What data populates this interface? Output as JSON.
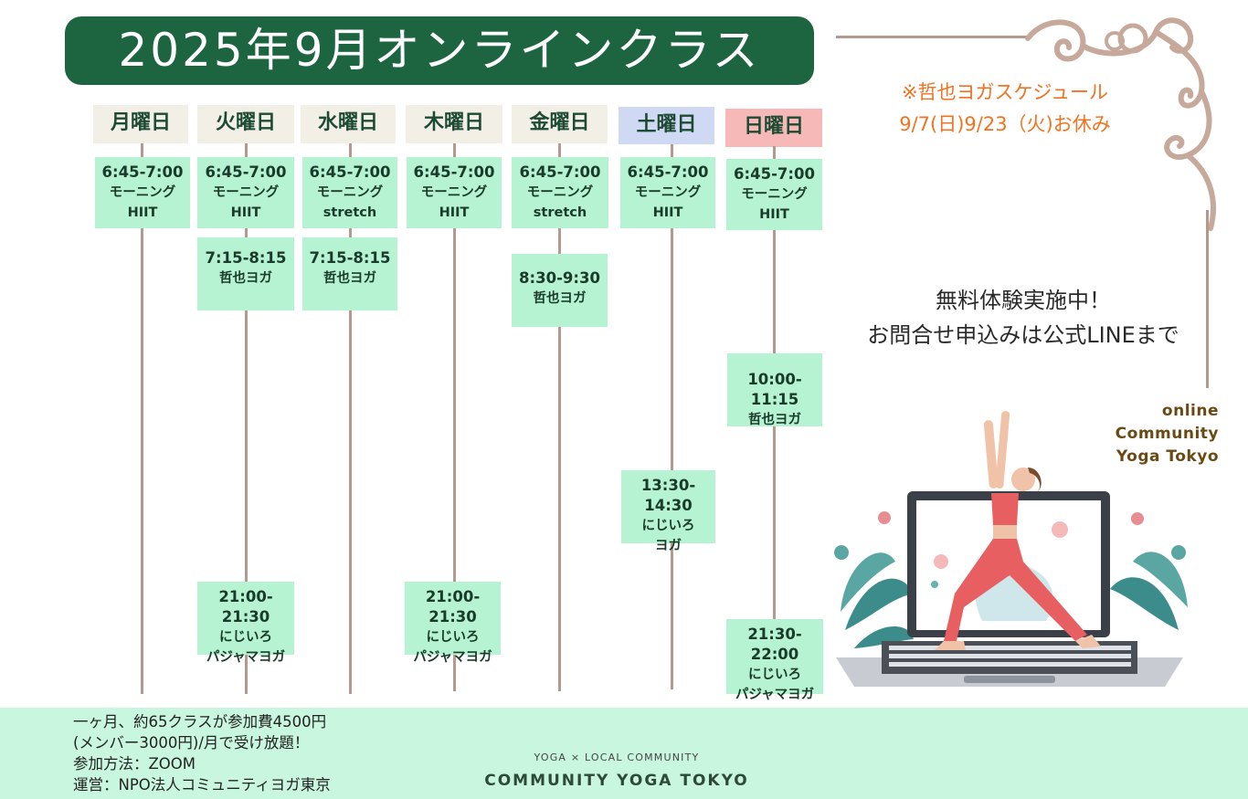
{
  "title": "2025年9月オンラインクラス",
  "days": [
    "月曜日",
    "火曜日",
    "水曜日",
    "木曜日",
    "金曜日",
    "土曜日",
    "日曜日"
  ],
  "classes": {
    "mon": [
      {
        "time": "6:45-7:00",
        "l1": "モーニング",
        "l2": "HIIT"
      }
    ],
    "tue": [
      {
        "time": "6:45-7:00",
        "l1": "モーニング",
        "l2": "HIIT"
      },
      {
        "time": "7:15-8:15",
        "l1": "哲也ヨガ"
      },
      {
        "time": "21:00-21:30",
        "l1": "にじいろ",
        "l2": "パジャマヨガ"
      }
    ],
    "wed": [
      {
        "time": "6:45-7:00",
        "l1": "モーニング",
        "l2": "stretch"
      },
      {
        "time": "7:15-8:15",
        "l1": "哲也ヨガ"
      }
    ],
    "thu": [
      {
        "time": "6:45-7:00",
        "l1": "モーニング",
        "l2": "HIIT"
      },
      {
        "time": "21:00-21:30",
        "l1": "にじいろ",
        "l2": "パジャマヨガ"
      }
    ],
    "fri": [
      {
        "time": "6:45-7:00",
        "l1": "モーニング",
        "l2": "stretch"
      },
      {
        "time": "8:30-9:30",
        "l1": "哲也ヨガ"
      }
    ],
    "sat": [
      {
        "time": "6:45-7:00",
        "l1": "モーニング",
        "l2": "HIIT"
      },
      {
        "time": "13:30-14:30",
        "l1": "にじいろ",
        "l2": "ヨガ"
      }
    ],
    "sun": [
      {
        "time": "6:45-7:00",
        "l1": "モーニング",
        "l2": "HIIT"
      },
      {
        "time": "10:00-11:15",
        "l1": "哲也ヨガ"
      },
      {
        "time": "21:30-22:00",
        "l1": "にじいろ",
        "l2": "パジャマヨガ"
      }
    ]
  },
  "notice": {
    "line1": "※哲也ヨガスケジュール",
    "line2": "9/7(日)9/23（火)お休み"
  },
  "promo": {
    "line1": "無料体験実施中！",
    "line2": "お問合せ申込みは公式LINEまで"
  },
  "brand": {
    "line1": "online",
    "line2": "Community",
    "line3": "Yoga Tokyo"
  },
  "footer": {
    "line1": "一ヶ月、約65クラスが参加費4500円",
    "line2": "(メンバー3000円)/月で受け放題！",
    "line3": "参加方法：ZOOM",
    "line4": "運営：NPO法人コミュニティヨガ東京",
    "tagline": "YOGA × LOCAL COMMUNITY",
    "brand": "COMMUNITY YOGA TOKYO"
  },
  "colors": {
    "title_bg": "#1d6540",
    "card_bg": "#b5f3d3",
    "notice": "#f07320",
    "footer_bg": "#c9f6de",
    "line": "#b39a8e"
  }
}
